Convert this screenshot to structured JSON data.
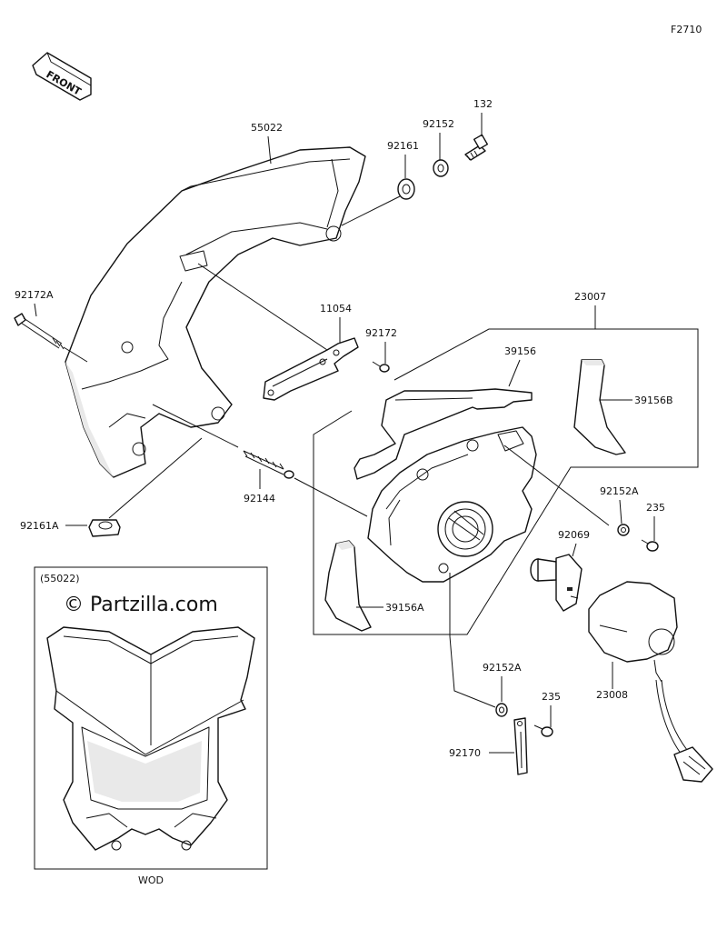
{
  "figure_code": "F2710",
  "front_arrow_label": "FRONT",
  "watermark": "© Partzilla.com",
  "inset": {
    "label": "(55022)",
    "caption": "WOD"
  },
  "parts": {
    "p55022": "55022",
    "p92161": "92161",
    "p92152": "92152",
    "p132": "132",
    "p92172A": "92172A",
    "p11054": "11054",
    "p92172": "92172",
    "p23007": "23007",
    "p39156": "39156",
    "p39156B": "39156B",
    "p92144": "92144",
    "p92161A": "92161A",
    "p92152A_upper": "92152A",
    "p235_upper": "235",
    "p92069": "92069",
    "p39156A": "39156A",
    "p92152A_lower": "92152A",
    "p235_lower": "235",
    "p23008": "23008",
    "p92170": "92170"
  }
}
